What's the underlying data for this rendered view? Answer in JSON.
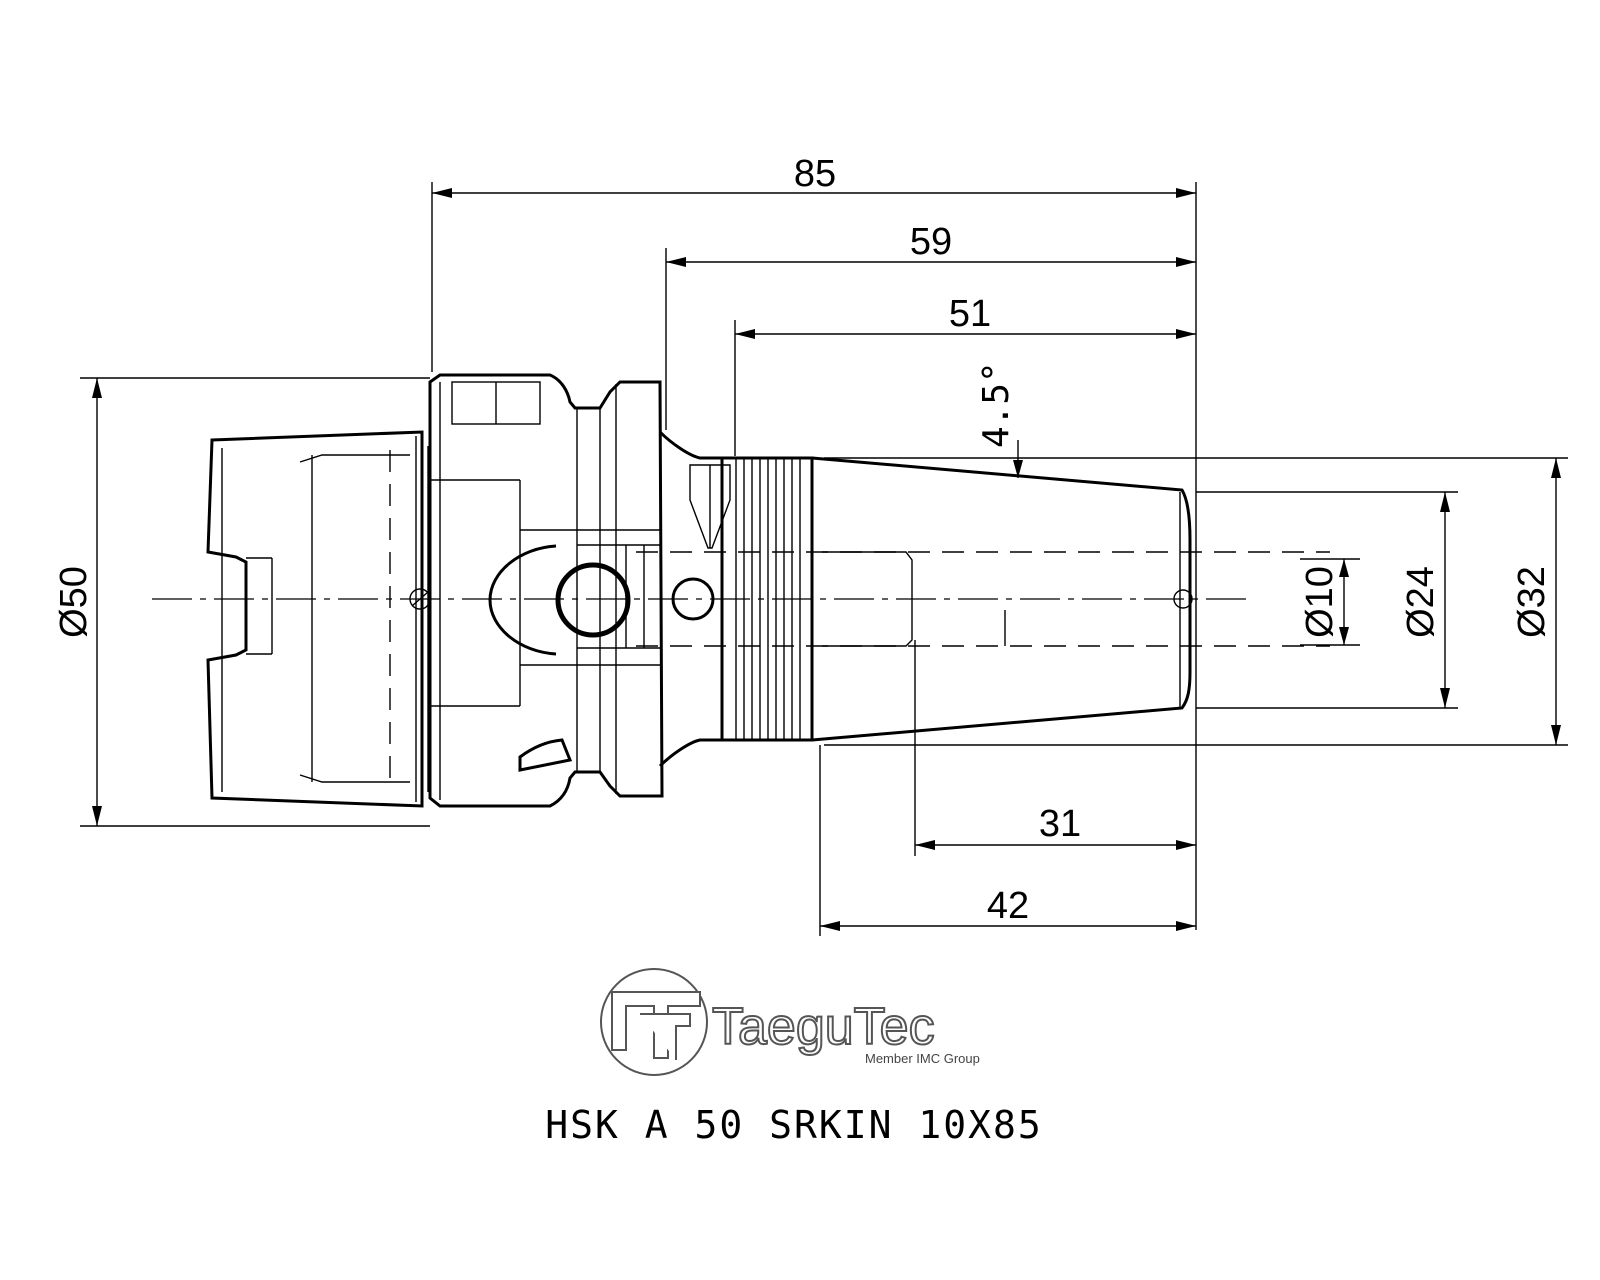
{
  "dimensions": {
    "overall_length": "85",
    "length_59": "59",
    "length_51": "51",
    "length_31": "31",
    "length_42": "42",
    "diameter_50": "Ø50",
    "diameter_10": "Ø10",
    "diameter_24": "Ø24",
    "diameter_32": "Ø32",
    "taper_angle": "4.5°"
  },
  "logo": {
    "brand": "TaeguTec",
    "tagline": "Member IMC Group"
  },
  "part_number": "HSK A 50 SRKIN 10X85"
}
